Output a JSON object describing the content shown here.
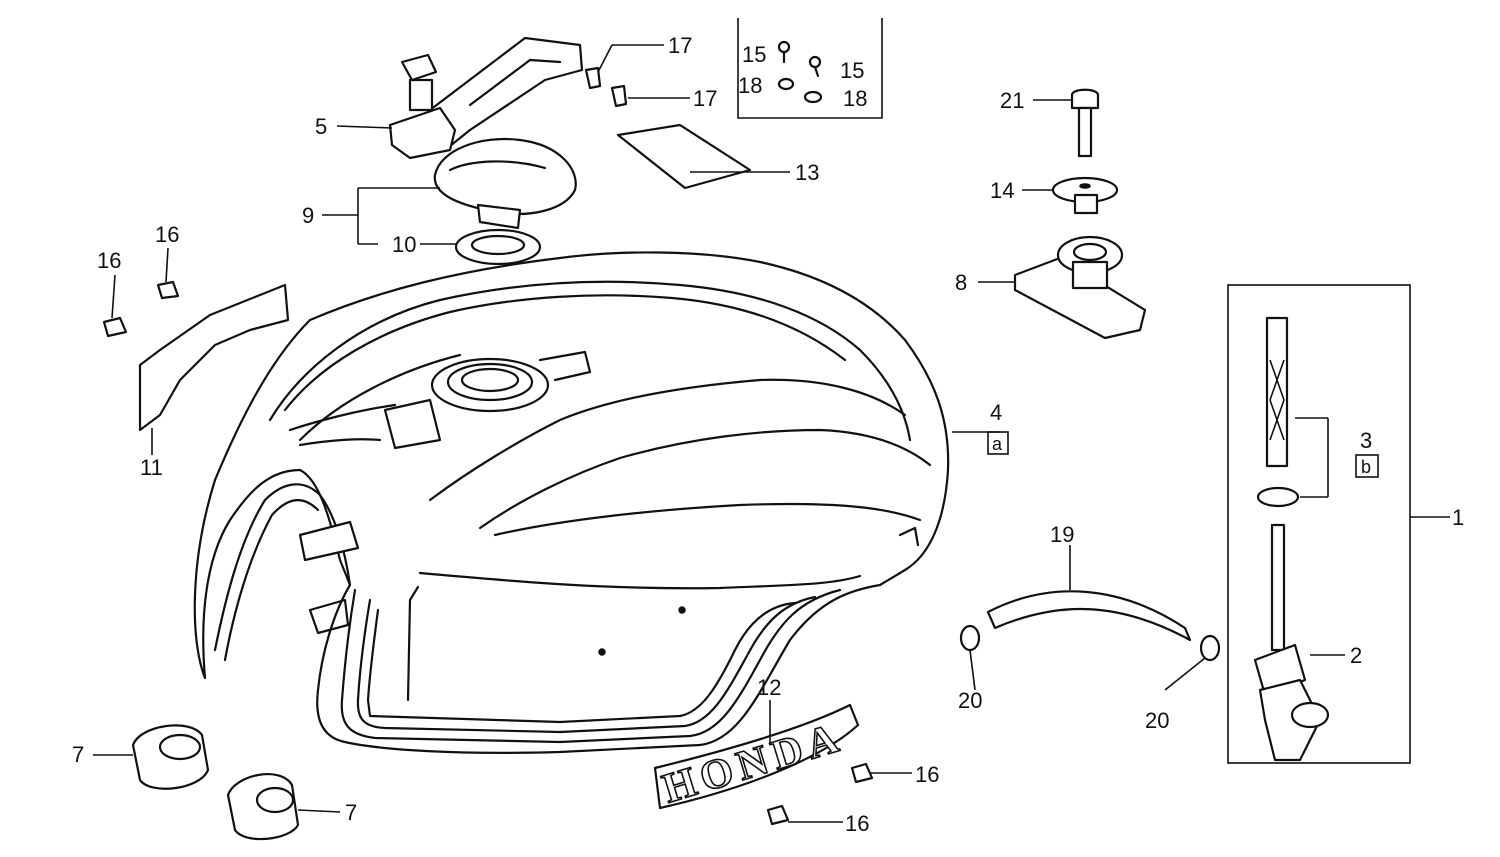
{
  "labels": {
    "n1": "1",
    "n2": "2",
    "n3": "3",
    "n3b": "b",
    "n4": "4",
    "n4b": "a",
    "n5": "5",
    "n7a": "7",
    "n7b": "7",
    "n8": "8",
    "n9": "9",
    "n10": "10",
    "n11": "11",
    "n12": "12",
    "n13": "13",
    "n14": "14",
    "n15a": "15",
    "n15b": "15",
    "n16a": "16",
    "n16b": "16",
    "n16c": "16",
    "n16d": "16",
    "n17a": "17",
    "n17b": "17",
    "n18a": "18",
    "n18b": "18",
    "n19": "19",
    "n20a": "20",
    "n20b": "20",
    "n21": "21"
  },
  "emblem_text": "HONDA"
}
